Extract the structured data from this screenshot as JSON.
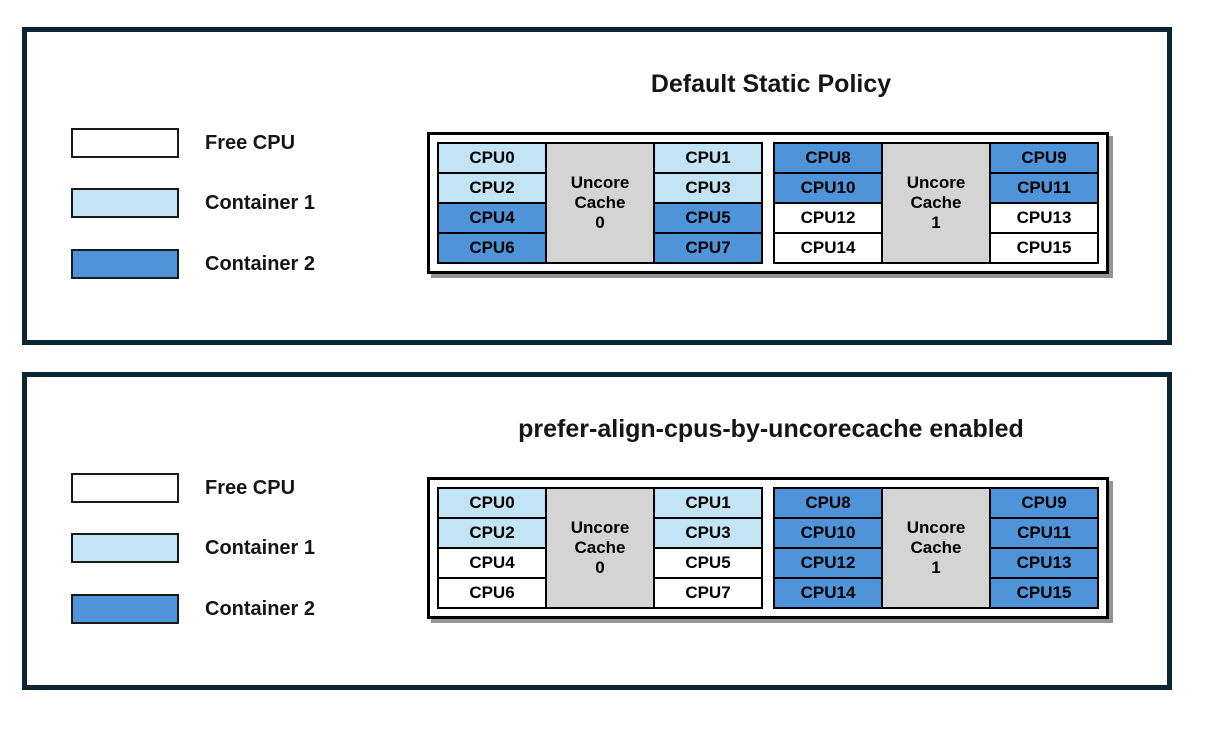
{
  "colors": {
    "free": "#ffffff",
    "container1": "#c2e4f4",
    "container2": "#4f93d9",
    "cache": "#d4d4d4",
    "panel_border": "#0a2533",
    "cell_border": "#000000"
  },
  "panels": [
    {
      "title": "Default Static Policy",
      "legend": [
        {
          "label": "Free CPU",
          "owner": "free"
        },
        {
          "label": "Container 1",
          "owner": "container1"
        },
        {
          "label": "Container 2",
          "owner": "container2"
        }
      ],
      "clusters": [
        {
          "cache_lines": [
            "Uncore",
            "Cache",
            "0"
          ],
          "left_cpus": [
            {
              "id": "CPU0",
              "owner": "container1"
            },
            {
              "id": "CPU2",
              "owner": "container1"
            },
            {
              "id": "CPU4",
              "owner": "container2"
            },
            {
              "id": "CPU6",
              "owner": "container2"
            }
          ],
          "right_cpus": [
            {
              "id": "CPU1",
              "owner": "container1"
            },
            {
              "id": "CPU3",
              "owner": "container1"
            },
            {
              "id": "CPU5",
              "owner": "container2"
            },
            {
              "id": "CPU7",
              "owner": "container2"
            }
          ]
        },
        {
          "cache_lines": [
            "Uncore",
            "Cache",
            "1"
          ],
          "left_cpus": [
            {
              "id": "CPU8",
              "owner": "container2"
            },
            {
              "id": "CPU10",
              "owner": "container2"
            },
            {
              "id": "CPU12",
              "owner": "free"
            },
            {
              "id": "CPU14",
              "owner": "free"
            }
          ],
          "right_cpus": [
            {
              "id": "CPU9",
              "owner": "container2"
            },
            {
              "id": "CPU11",
              "owner": "container2"
            },
            {
              "id": "CPU13",
              "owner": "free"
            },
            {
              "id": "CPU15",
              "owner": "free"
            }
          ]
        }
      ]
    },
    {
      "title": "prefer-align-cpus-by-uncorecache enabled",
      "legend": [
        {
          "label": "Free CPU",
          "owner": "free"
        },
        {
          "label": "Container 1",
          "owner": "container1"
        },
        {
          "label": "Container 2",
          "owner": "container2"
        }
      ],
      "clusters": [
        {
          "cache_lines": [
            "Uncore",
            "Cache",
            "0"
          ],
          "left_cpus": [
            {
              "id": "CPU0",
              "owner": "container1"
            },
            {
              "id": "CPU2",
              "owner": "container1"
            },
            {
              "id": "CPU4",
              "owner": "free"
            },
            {
              "id": "CPU6",
              "owner": "free"
            }
          ],
          "right_cpus": [
            {
              "id": "CPU1",
              "owner": "container1"
            },
            {
              "id": "CPU3",
              "owner": "container1"
            },
            {
              "id": "CPU5",
              "owner": "free"
            },
            {
              "id": "CPU7",
              "owner": "free"
            }
          ]
        },
        {
          "cache_lines": [
            "Uncore",
            "Cache",
            "1"
          ],
          "left_cpus": [
            {
              "id": "CPU8",
              "owner": "container2"
            },
            {
              "id": "CPU10",
              "owner": "container2"
            },
            {
              "id": "CPU12",
              "owner": "container2"
            },
            {
              "id": "CPU14",
              "owner": "container2"
            }
          ],
          "right_cpus": [
            {
              "id": "CPU9",
              "owner": "container2"
            },
            {
              "id": "CPU11",
              "owner": "container2"
            },
            {
              "id": "CPU13",
              "owner": "container2"
            },
            {
              "id": "CPU15",
              "owner": "container2"
            }
          ]
        }
      ]
    }
  ]
}
